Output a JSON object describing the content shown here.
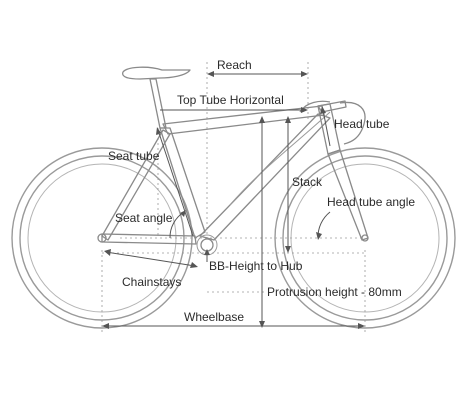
{
  "labels": {
    "reach": "Reach",
    "top_tube_horizontal": "Top Tube Horizontal",
    "head_tube": "Head tube",
    "seat_tube": "Seat tube",
    "stack": "Stack",
    "head_tube_angle": "Head tube angle",
    "seat_angle": "Seat angle",
    "bb_height_to_hub": "BB-Height to Hub",
    "chainstays": "Chainstays",
    "protrusion_height": "Protrusion height - 80mm",
    "wheelbase": "Wheelbase"
  },
  "colors": {
    "frame_line": "#8a8a8a",
    "dimension_line": "#555555",
    "text": "#2b2b2b",
    "background": "#ffffff"
  }
}
